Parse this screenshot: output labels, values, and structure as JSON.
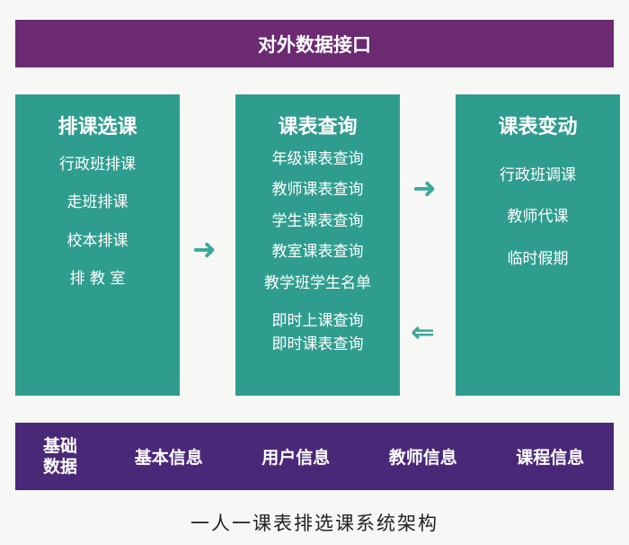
{
  "top": "对外数据接口",
  "boxes": [
    {
      "title": "排课选课",
      "items": [
        "行政班排课",
        "走班排课",
        "校本排课",
        "排 教 室"
      ]
    },
    {
      "title": "课表查询",
      "items": [
        "年级课表查询",
        "教师课表查询",
        "学生课表查询",
        "教室课表查询",
        "教学班学生名单",
        "即时上课查询",
        "即时课表查询"
      ]
    },
    {
      "title": "课表变动",
      "items": [
        "行政班调课",
        "教师代课",
        "临时假期"
      ]
    }
  ],
  "arrows": {
    "right1": "➜",
    "right2": "➜",
    "left": "⇐"
  },
  "bottom": {
    "label_1": "基础",
    "label_2": "数据",
    "items": [
      "基本信息",
      "用户信息",
      "教师信息",
      "课程信息"
    ]
  },
  "caption": "一人一课表排选课系统架构",
  "colors": {
    "top": "#6b2a72",
    "box": "#2f9d8e",
    "bottom": "#4a2878",
    "arrow": "#3aa99a"
  }
}
